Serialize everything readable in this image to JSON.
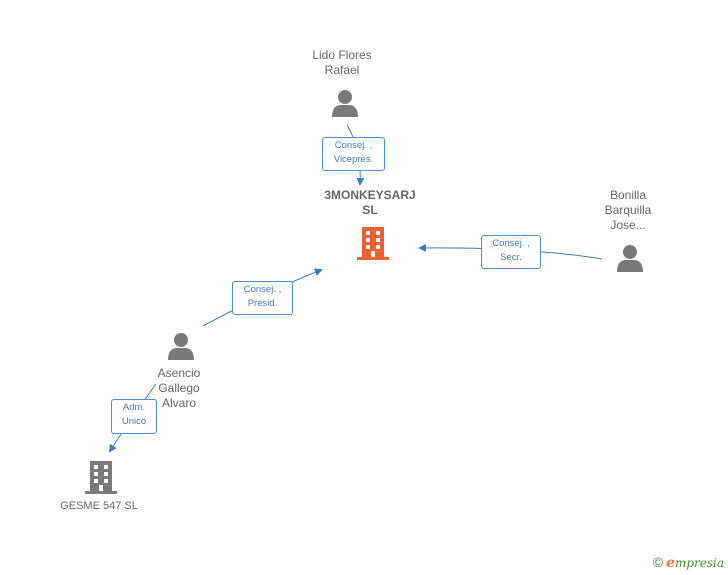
{
  "colors": {
    "edge": "#3a7cc8",
    "person_icon": "#7a7a7a",
    "company_main": "#f06030",
    "company_other": "#7a7a7a",
    "text": "#666666"
  },
  "nodes": {
    "lido": {
      "line1": "Lido Flores",
      "line2": "Rafael",
      "icon": "person-icon"
    },
    "main_company": {
      "line1": "3MONKEYSARJ",
      "line2": "SL",
      "icon": "building-icon"
    },
    "bonilla": {
      "line1": "Bonilla",
      "line2": "Barquilla",
      "line3": "Jose...",
      "icon": "person-icon"
    },
    "asencio": {
      "line1": "Asencio",
      "line2": "Gallego",
      "line3": "Alvaro",
      "icon": "person-icon"
    },
    "gesme": {
      "line1": "GESME 547 SL",
      "icon": "building-icon"
    }
  },
  "edges": {
    "lido_to_main": {
      "line1": "Consej. ,",
      "line2": "Vicepres."
    },
    "bonilla_to_main": {
      "line1": "Consej. ,",
      "line2": "Secr."
    },
    "asencio_to_main": {
      "line1": "Consej. ,",
      "line2": "Presid."
    },
    "asencio_to_gesme": {
      "line1": "Adm.",
      "line2": "Unico"
    }
  },
  "footer": {
    "copyright": "©",
    "brand_initial": "e",
    "brand_rest": "mpresia"
  }
}
